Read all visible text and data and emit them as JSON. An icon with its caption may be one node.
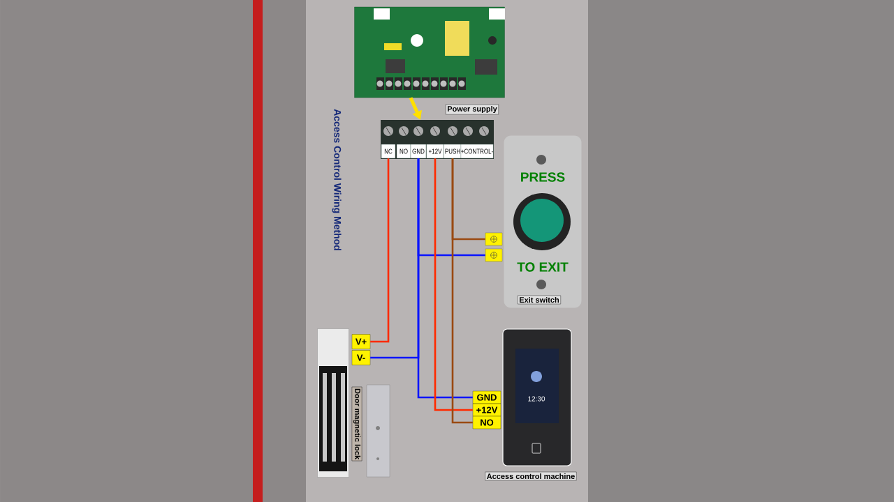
{
  "diagram": {
    "title": "Access Control Wiring Method",
    "nodes": [
      {
        "text": [],
        "shape": "picture",
        "beside": [
          "Power supply"
        ]
      },
      {
        "text": [],
        "shape": "picture"
      },
      {
        "text": [
          "NC"
        ],
        "in": 1
      },
      {
        "text": [
          "NO"
        ],
        "in": 1
      },
      {
        "text": [
          "GND"
        ],
        "in": 1
      },
      {
        "text": [
          "+12V"
        ],
        "in": 1
      },
      {
        "text": [
          "PUSH"
        ],
        "in": 1
      },
      {
        "text": [
          "+CONTROL-"
        ],
        "in": 1
      },
      {
        "text": [
          "PRESS",
          "TO EXIT",
          "Exit switch"
        ]
      },
      {
        "text": [],
        "shape": "box"
      },
      {
        "text": [],
        "shape": "box"
      },
      {
        "text": [],
        "shape": "picture",
        "beside": [
          "Door magnetic lock"
        ]
      },
      {
        "text": [
          "V+"
        ]
      },
      {
        "text": [
          "V-"
        ]
      },
      {
        "text": [],
        "shape": "picture",
        "beside": [
          "Access control machine"
        ]
      },
      {
        "text": [
          "GND"
        ]
      },
      {
        "text": [
          "+12V"
        ]
      },
      {
        "text": [
          "NO"
        ]
      }
    ],
    "edges": [
      {
        "from": 0,
        "to": 1,
        "arrow": "to",
        "style": "thick",
        "color": "#ffe000"
      },
      {
        "from": 2,
        "to": 12,
        "arrow": "none",
        "color": "#ff2a00"
      },
      {
        "from": 4,
        "to": 13,
        "arrow": "none",
        "color": "#0a14ff"
      },
      {
        "from": 4,
        "to": 10,
        "arrow": "none",
        "color": "#0a14ff"
      },
      {
        "from": 4,
        "to": 15,
        "arrow": "none",
        "color": "#0a14ff"
      },
      {
        "from": 5,
        "to": 16,
        "arrow": "none",
        "color": "#ff2a00"
      },
      {
        "from": 6,
        "to": 9,
        "arrow": "none",
        "color": "#9a4a12"
      },
      {
        "from": 6,
        "to": 17,
        "arrow": "none",
        "color": "#9a4a12"
      }
    ],
    "labels": [
      "12:30"
    ]
  }
}
